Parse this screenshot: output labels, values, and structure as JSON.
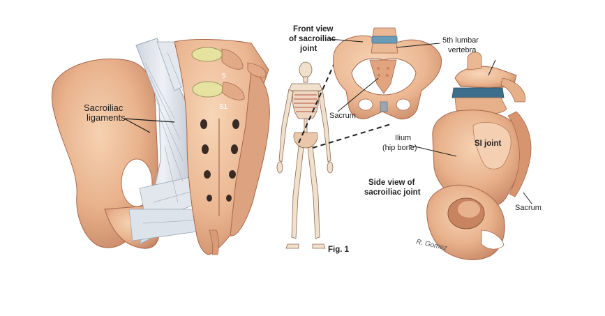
{
  "labels": {
    "sacroiliac_ligaments_1": "Sacroiliac",
    "sacroiliac_ligaments_2": "ligaments",
    "level_l5": "5",
    "level_s1": "S1",
    "front_view_1": "Front view",
    "front_view_2": "of sacroiliac",
    "front_view_3": "joint",
    "sacrum_front": "Sacrum",
    "lumbar_1": "5th lumbar",
    "lumbar_2": "vertebra",
    "ilium_1": "Ilium",
    "ilium_2": "(hip bone)",
    "si_joint": "SI joint",
    "side_view_1": "Side view of",
    "side_view_2": "sacroiliac joint",
    "sacrum_side": "Sacrum",
    "fig": "Fig. 1",
    "signature": "R. Gomez"
  },
  "colors": {
    "bone": "#e9b48f",
    "bone_dark": "#c98a66",
    "bone_shadow": "#b8775a",
    "ligament": "#dde3ea",
    "ligament_line": "#9aa6b4",
    "disc": "#e6e2a0",
    "disc_blue": "#3d6f8c",
    "text": "#222222"
  }
}
